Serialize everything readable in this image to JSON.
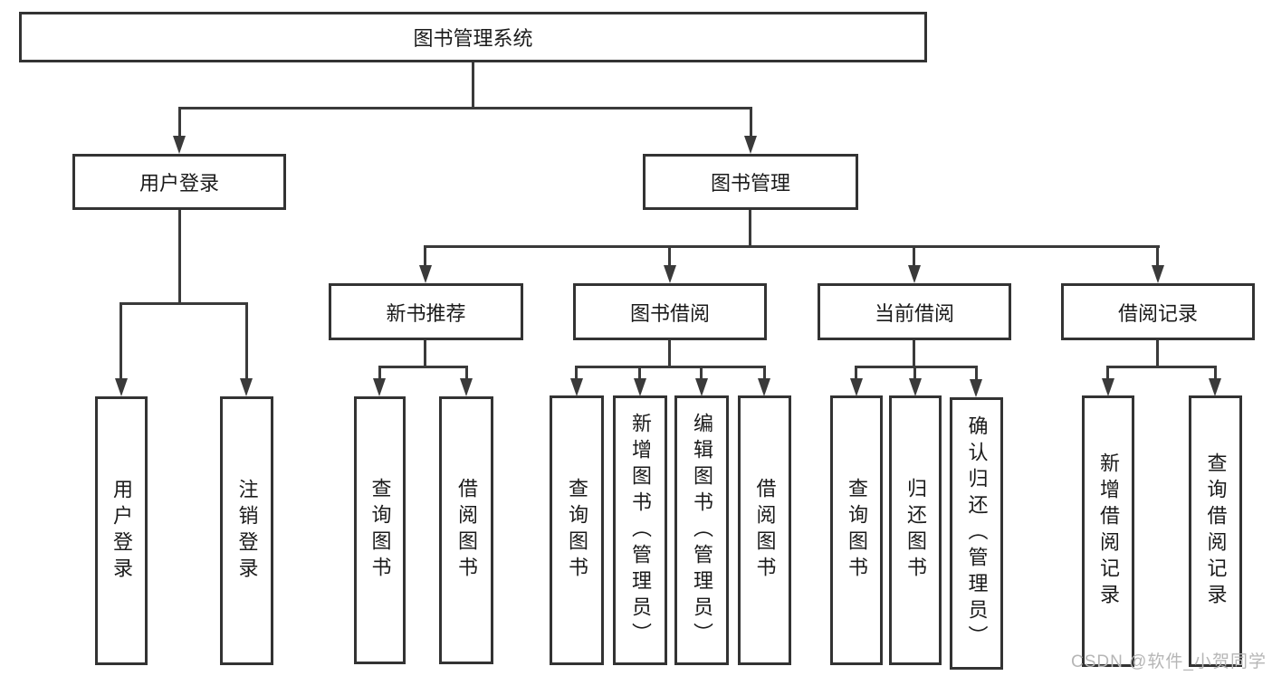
{
  "tree": {
    "label": "图书管理系统",
    "children": [
      {
        "label": "用户登录",
        "children": [
          {
            "label": "用户登录"
          },
          {
            "label": "注销登录"
          }
        ]
      },
      {
        "label": "图书管理",
        "children": [
          {
            "label": "新书推荐",
            "children": [
              {
                "label": "查询图书"
              },
              {
                "label": "借阅图书"
              }
            ]
          },
          {
            "label": "图书借阅",
            "children": [
              {
                "label": "查询图书"
              },
              {
                "label": "新增图书（管理员）"
              },
              {
                "label": "编辑图书（管理员）"
              },
              {
                "label": "借阅图书"
              }
            ]
          },
          {
            "label": "当前借阅",
            "children": [
              {
                "label": "查询图书"
              },
              {
                "label": "归还图书"
              },
              {
                "label": "确认归还（管理员）"
              }
            ]
          },
          {
            "label": "借阅记录",
            "children": [
              {
                "label": "新增借阅记录"
              },
              {
                "label": "查询借阅记录"
              }
            ]
          }
        ]
      }
    ]
  },
  "watermark": "CSDN @软件_小贺同学",
  "colors": {
    "line": "#3a3a3a",
    "box_border": "#333333",
    "box_fill": "#ffffff",
    "text": "#1b1b1b",
    "watermark": "#b6b6b6"
  }
}
